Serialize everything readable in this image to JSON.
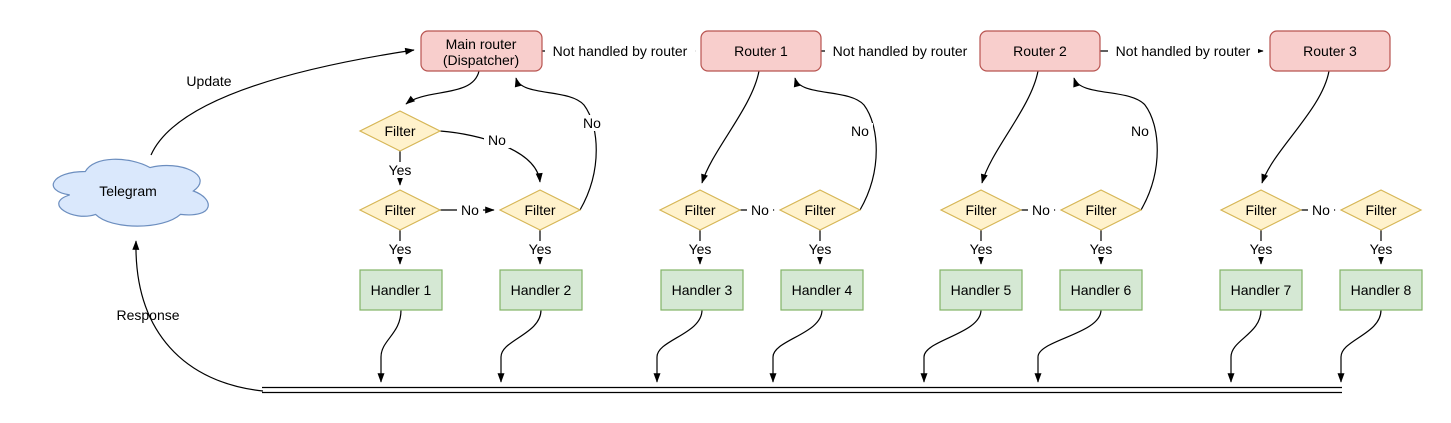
{
  "diagram": {
    "cloud": {
      "label": "Telegram"
    },
    "dispatcher": {
      "label_line1": "Main router",
      "label_line2": "(Dispatcher)"
    },
    "routers": [
      "Router 1",
      "Router 2",
      "Router 3"
    ],
    "filter_label": "Filter",
    "handlers": [
      "Handler 1",
      "Handler 2",
      "Handler 3",
      "Handler 4",
      "Handler 5",
      "Handler 6",
      "Handler 7",
      "Handler 8"
    ],
    "edge_labels": {
      "update": "Update",
      "response": "Response",
      "not_handled": "Not handled by router",
      "yes": "Yes",
      "no": "No"
    },
    "colors": {
      "cloud_fill": "#dae8fc",
      "cloud_stroke": "#6c8ebf",
      "router_fill": "#f8cecc",
      "router_stroke": "#b85450",
      "filter_fill": "#fff2cc",
      "filter_stroke": "#d6b656",
      "handler_fill": "#d5e8d4",
      "handler_stroke": "#82b366",
      "edge_stroke": "#000000",
      "label_background": "#ffffff"
    }
  }
}
